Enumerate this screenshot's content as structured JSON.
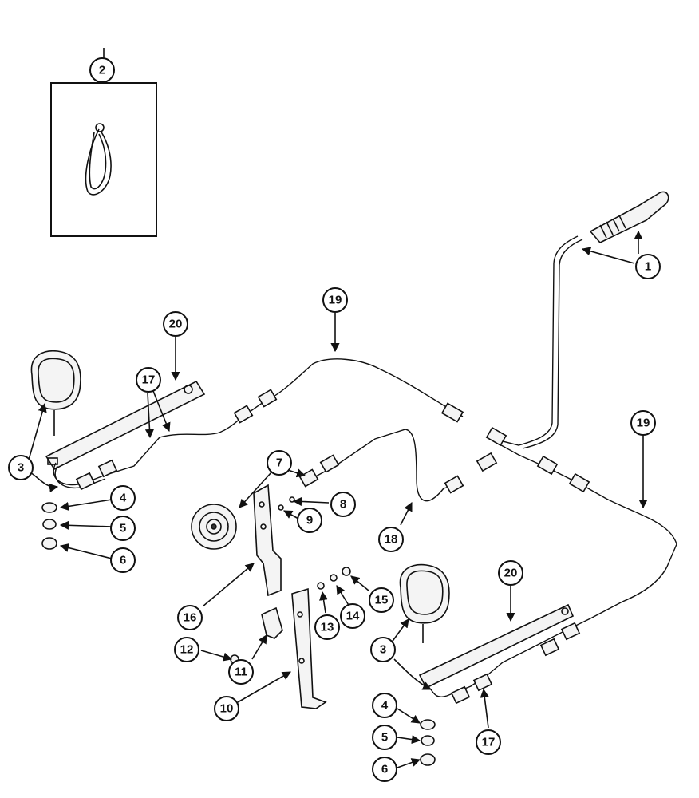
{
  "diagram": {
    "callouts": [
      "1",
      "2",
      "3",
      "3",
      "4",
      "4",
      "5",
      "5",
      "6",
      "6",
      "7",
      "8",
      "9",
      "10",
      "11",
      "12",
      "13",
      "14",
      "15",
      "16",
      "17",
      "17",
      "18",
      "19",
      "19",
      "20",
      "20"
    ]
  }
}
